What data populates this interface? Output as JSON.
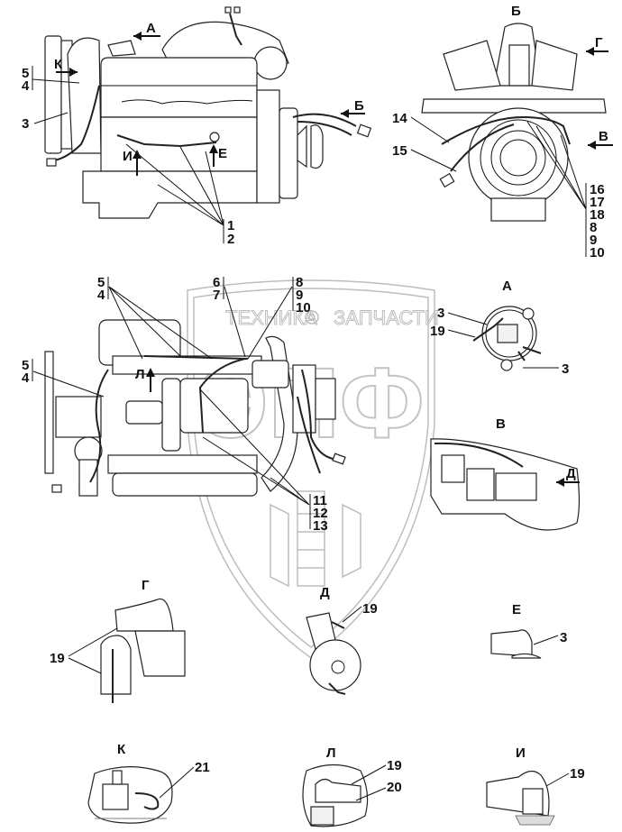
{
  "diagram": {
    "title": "Engine wiring harness installation diagram",
    "watermark": {
      "text_left": "ТЕХНИКА",
      "text_right": "ЗАПЧАСТИ",
      "logo_letters": "ЭПФ",
      "icon": "gear-icon"
    },
    "views": {
      "side": {
        "view_arrows": [
          "А",
          "К",
          "И",
          "Е",
          "Б"
        ],
        "callouts": {
          "group_5_4": [
            "5",
            "4"
          ],
          "c3": "3",
          "group_1_2": [
            "1",
            "2"
          ]
        }
      },
      "front": {
        "title": "Б",
        "view_arrows": [
          "Г",
          "В"
        ],
        "callouts": {
          "c14": "14",
          "c15": "15",
          "group_right": [
            "16",
            "17",
            "18",
            "8",
            "9",
            "10"
          ]
        }
      },
      "top": {
        "view_arrows": [
          "Л"
        ],
        "callouts": {
          "group_5_4_top": [
            "5",
            "4"
          ],
          "group_6_7": [
            "6",
            "7"
          ],
          "group_8_9_10": [
            "8",
            "9",
            "10"
          ],
          "group_5_4_left": [
            "5",
            "4"
          ],
          "group_11_12_13": [
            "11",
            "12",
            "13"
          ]
        }
      },
      "detail_A": {
        "title": "А",
        "callouts": [
          "3",
          "19",
          "3"
        ]
      },
      "detail_V": {
        "title": "В",
        "view_arrows": [
          "Д"
        ]
      },
      "detail_G": {
        "title": "Г",
        "callouts": [
          "19"
        ]
      },
      "detail_D": {
        "title": "Д",
        "callouts": [
          "19"
        ]
      },
      "detail_E": {
        "title": "Е",
        "callouts": [
          "3"
        ]
      },
      "detail_K": {
        "title": "К",
        "callouts": [
          "21"
        ]
      },
      "detail_L": {
        "title": "Л",
        "callouts": [
          "19",
          "20"
        ]
      },
      "detail_I": {
        "title": "И",
        "callouts": [
          "19"
        ]
      }
    }
  }
}
